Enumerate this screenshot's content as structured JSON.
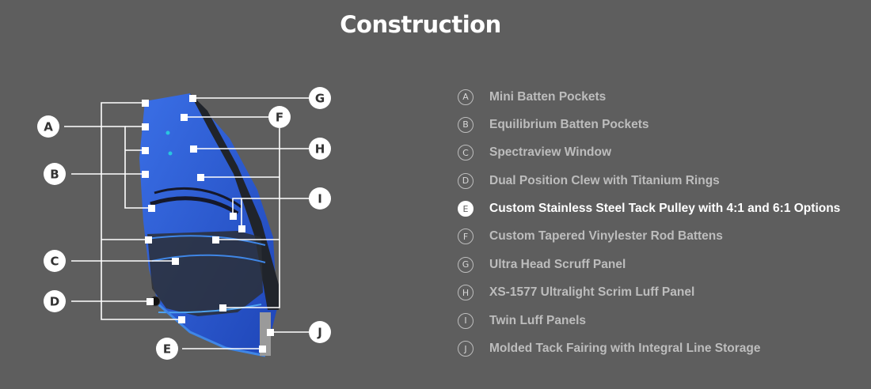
{
  "title": "Construction",
  "colors": {
    "background": "#5e5e5e",
    "sail_blue": "#2f5fd8",
    "sail_dark": "#2b2f36",
    "text_inactive": "#bdbdbd",
    "text_active": "#ffffff"
  },
  "diagram_labels": {
    "a": "A",
    "b": "B",
    "c": "C",
    "d": "D",
    "e": "E",
    "f": "F",
    "g": "G",
    "h": "H",
    "i": "I",
    "j": "J"
  },
  "features": [
    {
      "letter": "A",
      "text": "Mini Batten Pockets",
      "active": false
    },
    {
      "letter": "B",
      "text": "Equilibrium Batten Pockets",
      "active": false
    },
    {
      "letter": "C",
      "text": "Spectraview Window",
      "active": false
    },
    {
      "letter": "D",
      "text": "Dual Position Clew with Titanium Rings",
      "active": false
    },
    {
      "letter": "E",
      "text": "Custom Stainless Steel Tack Pulley with 4:1 and 6:1 Options",
      "active": true
    },
    {
      "letter": "F",
      "text": "Custom Tapered Vinylester Rod Battens",
      "active": false
    },
    {
      "letter": "G",
      "text": "Ultra Head Scruff Panel",
      "active": false
    },
    {
      "letter": "H",
      "text": "XS-1577 Ultralight Scrim Luff Panel",
      "active": false
    },
    {
      "letter": "I",
      "text": "Twin Luff Panels",
      "active": false
    },
    {
      "letter": "J",
      "text": "Molded Tack Fairing with Integral Line Storage",
      "active": false
    }
  ]
}
